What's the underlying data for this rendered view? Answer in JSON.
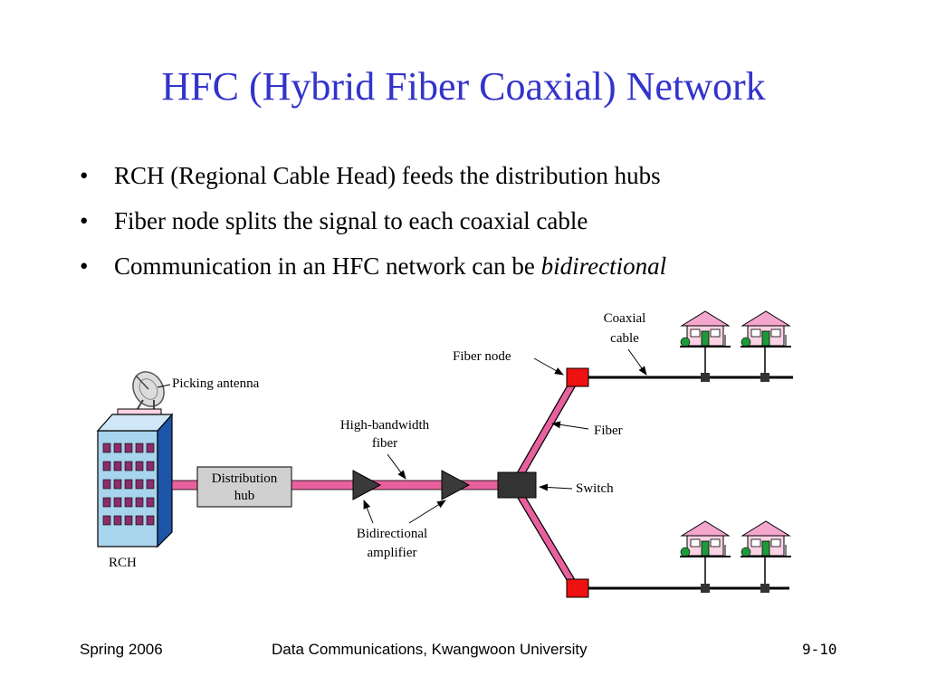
{
  "slide": {
    "title": "HFC (Hybrid Fiber Coaxial) Network",
    "bullets": [
      {
        "text": "RCH (Regional Cable Head) feeds the distribution hubs",
        "emphasis": ""
      },
      {
        "text": "Fiber node splits the signal to each coaxial cable",
        "emphasis": ""
      },
      {
        "text": "Communication in an HFC network can be ",
        "emphasis": "bidirectional"
      }
    ],
    "bullet_char": "•"
  },
  "diagram": {
    "labels": {
      "picking_antenna": "Picking antenna",
      "rch": "RCH",
      "distribution_hub_line1": "Distribution",
      "distribution_hub_line2": "hub",
      "high_bandwidth_line1": "High-bandwidth",
      "high_bandwidth_line2": "fiber",
      "bidirectional_line1": "Bidirectional",
      "bidirectional_line2": "amplifier",
      "fiber_node": "Fiber node",
      "coaxial_line1": "Coaxial",
      "coaxial_line2": "cable",
      "fiber": "Fiber",
      "switch": "Switch"
    },
    "colors": {
      "fiber": "#e8609e",
      "fiber_node": "#ee1111",
      "switch": "#333333",
      "building": "#a8d4ee",
      "house_roof": "#f4a6cc",
      "hub_box": "#d0d0d0"
    }
  },
  "footer": {
    "left": "Spring 2006",
    "center": "Data Communications, Kwangwoon University",
    "right": "9-10"
  }
}
